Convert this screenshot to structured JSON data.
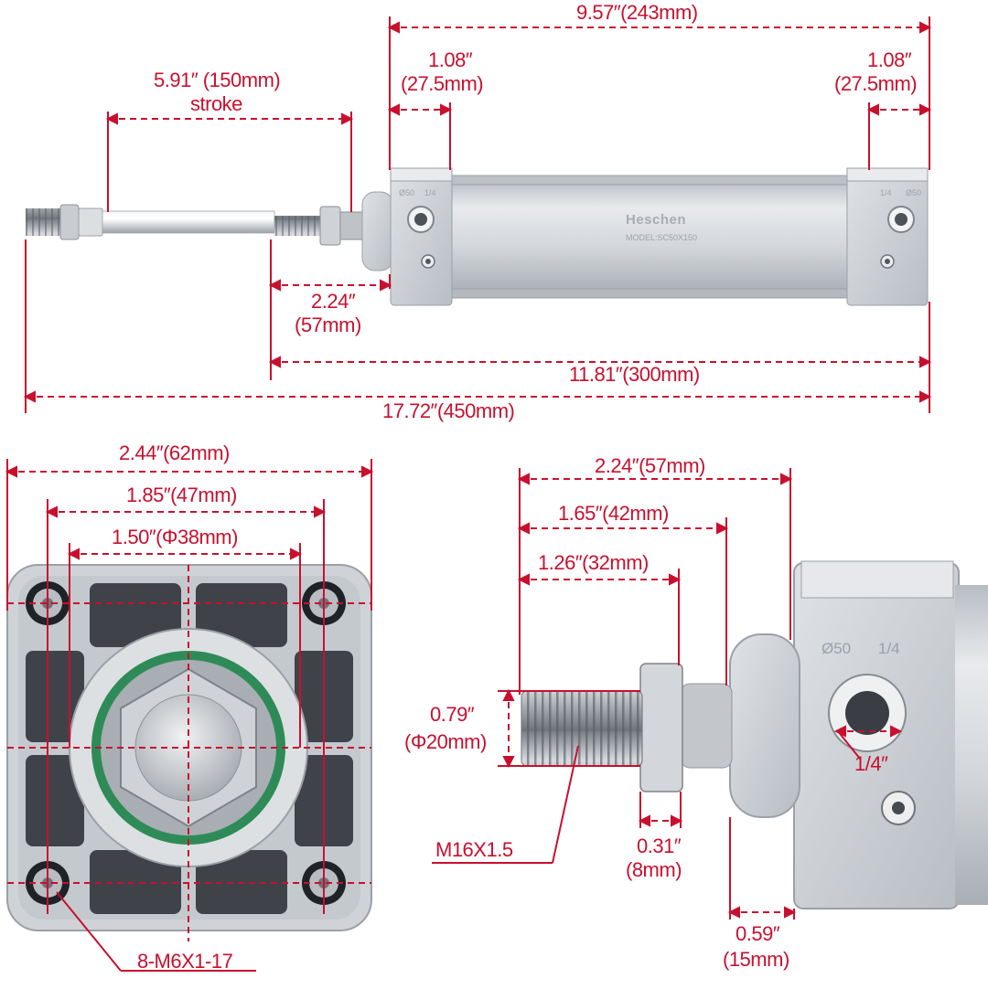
{
  "colors": {
    "dimension": "#c8102e",
    "aluminum": "#c9ced3",
    "aluminum_dark": "#8b9097",
    "rod": "#d7dade",
    "seal": "#2e8b57"
  },
  "top_view": {
    "overall_length": "17.72″(450mm)",
    "body_with_rod": "11.81″(300mm)",
    "barrel_length": "9.57″(243mm)",
    "left_cap": {
      "in": "1.08″",
      "mm": "(27.5mm)"
    },
    "right_cap": {
      "in": "1.08″",
      "mm": "(27.5mm)"
    },
    "stroke": {
      "value": "5.91″ (150mm)",
      "word": "stroke"
    },
    "rod_extension": {
      "in": "2.24″",
      "mm": "(57mm)"
    },
    "brand": "Heschen",
    "model": "MODEL:SC50X150",
    "cap_marks": {
      "bore": "Ø50",
      "port": "1/4"
    }
  },
  "front_view": {
    "width": "2.44″(62mm)",
    "bolt_spacing": "1.85″(47mm)",
    "boss_diameter": "1.50″(Φ38mm)",
    "mounting_thread": "8-M6X1-17"
  },
  "side_view": {
    "length_total": "2.24″(57mm)",
    "length_mid": "1.65″(42mm)",
    "thread_length": "1.26″(32mm)",
    "rod_diameter": {
      "in": "0.79″",
      "mm": "(Φ20mm)"
    },
    "rod_thread": "M16X1.5",
    "nut_thickness": {
      "in": "0.31″",
      "mm": "(8mm)"
    },
    "boss_length": {
      "in": "0.59″",
      "mm": "(15mm)"
    },
    "port_size": "1/4″",
    "cap_marks": {
      "bore": "Ø50",
      "port": "1/4"
    }
  }
}
